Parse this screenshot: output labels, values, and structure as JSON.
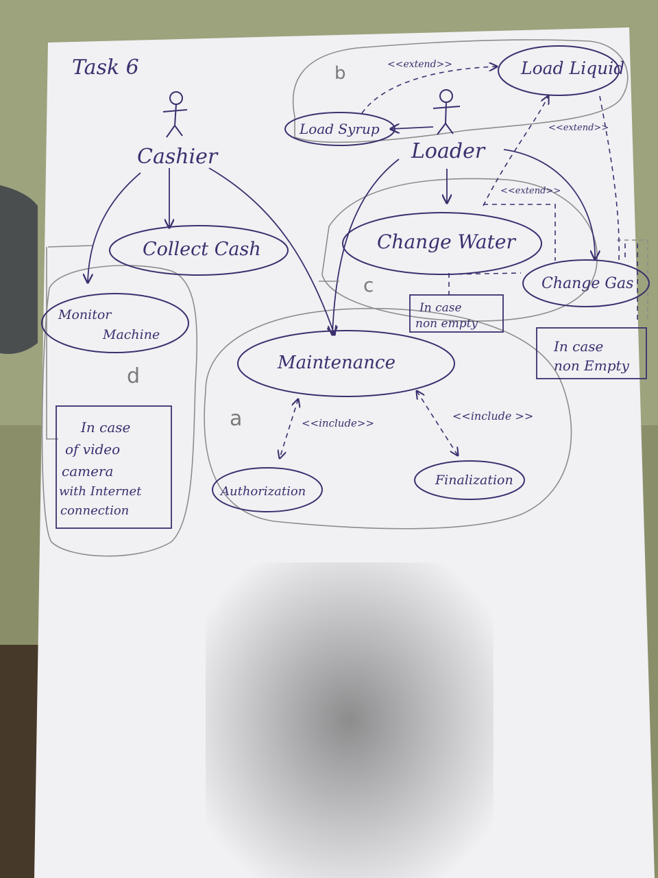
{
  "title": "Task 6",
  "actors": {
    "cashier": "Cashier",
    "loader": "Loader"
  },
  "use_cases": {
    "load_liquid": "Load Liquid",
    "load_syrup": "Load Syrup",
    "collect_cash": "Collect Cash",
    "change_water": "Change Water",
    "change_gas": "Change Gas",
    "monitor_machine_line1": "Monitor",
    "monitor_machine_line2": "Machine",
    "maintenance": "Maintenance",
    "authorization": "Authorization",
    "finalization": "Finalization"
  },
  "stereotypes": {
    "extend_top": "<<extend>>",
    "extend_right": "<<extend>>",
    "extend_mid": "<<extend>>",
    "include_left": "<<include>>",
    "include_right": "<<include >>"
  },
  "group_labels": {
    "a": "a",
    "b": "b",
    "c": "c",
    "d": "d"
  },
  "notes": {
    "water_note": [
      "In case",
      "non empty"
    ],
    "gas_note": [
      "In case",
      "non Empty"
    ],
    "camera_note": [
      "In case",
      "of video",
      "camera",
      "with Internet",
      "connection"
    ]
  },
  "colors": {
    "ink": "#3b2f6e",
    "pencil": "#7a7a7a",
    "paper": "#f1f0f3",
    "table": "#8a8f6a"
  }
}
